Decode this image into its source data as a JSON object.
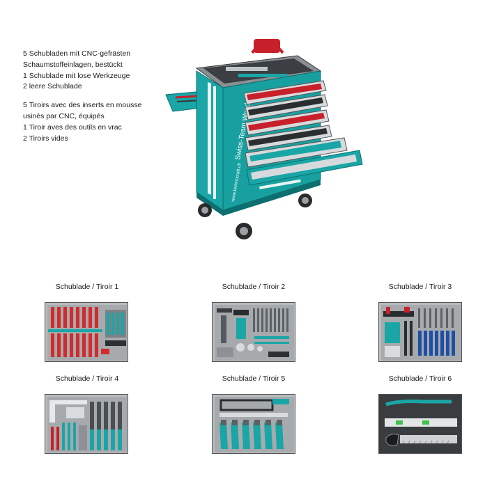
{
  "description": {
    "de": [
      "5 Schubladen mit CNC-gefrästen",
      "Schaumstoffeinlagen, bestückt",
      "1 Schublade mit lose Werkzeuge",
      "2 leere Schublade"
    ],
    "fr": [
      "5 Tiroirs avec des inserts en mousse",
      "usinés par CNC, équipés",
      "1 Tiroir aves des outils en vrac",
      "2 Tiroirs vides"
    ]
  },
  "trolley": {
    "brand_text": "Swiss-Team Wood",
    "url_text": "www.technocraft.ch",
    "body_color": "#1aa6a6",
    "accent_color": "#c8202a"
  },
  "drawers": [
    {
      "caption": "Schublade / Tiroir 1"
    },
    {
      "caption": "Schublade / Tiroir 2"
    },
    {
      "caption": "Schublade / Tiroir 3"
    },
    {
      "caption": "Schublade / Tiroir 4"
    },
    {
      "caption": "Schublade / Tiroir 5"
    },
    {
      "caption": "Schublade / Tiroir 6"
    }
  ]
}
